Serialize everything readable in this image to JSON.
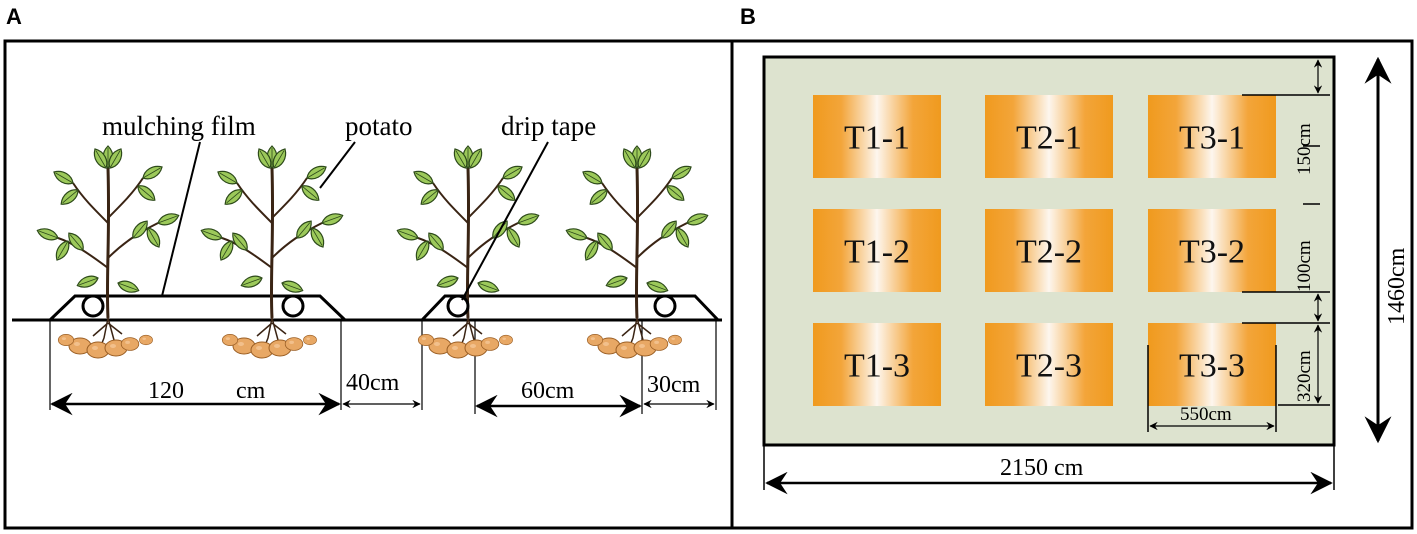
{
  "panels": {
    "a": {
      "letter": "A"
    },
    "b": {
      "letter": "B"
    }
  },
  "panel_a": {
    "labels": {
      "mulching_film": "mulching film",
      "potato": "potato",
      "drip_tape": "drip tape"
    },
    "dimensions": {
      "bed_width_value": "120",
      "bed_width_unit": "cm",
      "furrow": "40cm",
      "row_spacing": "60cm",
      "edge": "30cm"
    }
  },
  "panel_b": {
    "plots": [
      [
        "T1-1",
        "T2-1",
        "T3-1"
      ],
      [
        "T1-2",
        "T2-2",
        "T3-2"
      ],
      [
        "T1-3",
        "T2-3",
        "T3-3"
      ]
    ],
    "dimensions": {
      "total_width": "2150 cm",
      "total_height": "1460cm",
      "edge_gap": "150cm",
      "row_gap": "100cm",
      "plot_height": "320cm",
      "plot_width": "550cm"
    },
    "colors": {
      "field_background": "#dde3cf",
      "plot_orange": "#f09a1e",
      "plot_center": "#fdf5ec"
    }
  }
}
